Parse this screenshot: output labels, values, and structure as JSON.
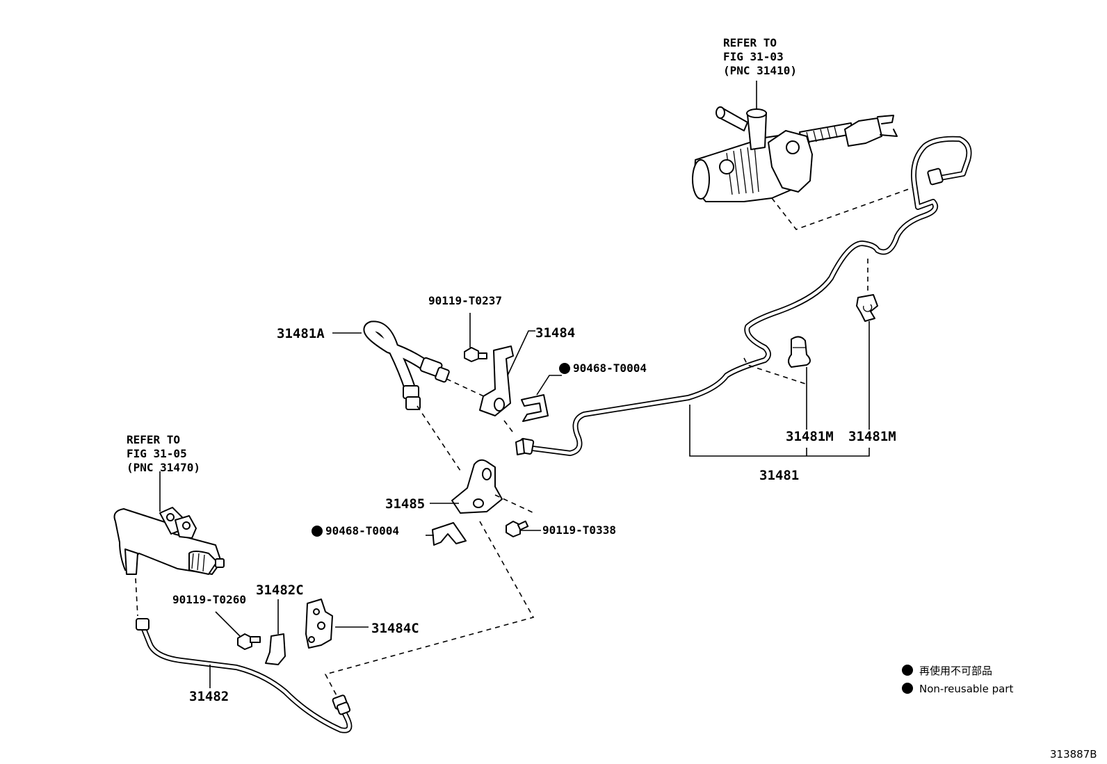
{
  "callouts": {
    "ref_master": [
      "REFER TO",
      "FIG 31-03",
      "(PNC 31410)"
    ],
    "ref_release": [
      "REFER TO",
      "FIG 31-05",
      "(PNC 31470)"
    ]
  },
  "parts": {
    "p90119_T0237": "90119-T0237",
    "p31481A": "31481A",
    "p31484": "31484",
    "p90468_T0004_a": "90468-T0004",
    "p31485": "31485",
    "p90468_T0004_b": "90468-T0004",
    "p90119_T0338": "90119-T0338",
    "p31481M_a": "31481M",
    "p31481M_b": "31481M",
    "p31481": "31481",
    "p90119_T0260": "90119-T0260",
    "p31482C": "31482C",
    "p31484C": "31484C",
    "p31482": "31482"
  },
  "legend": {
    "item_jp": "再使用不可部品",
    "item_en": "Non-reusable part"
  },
  "figure_code": "313887B"
}
